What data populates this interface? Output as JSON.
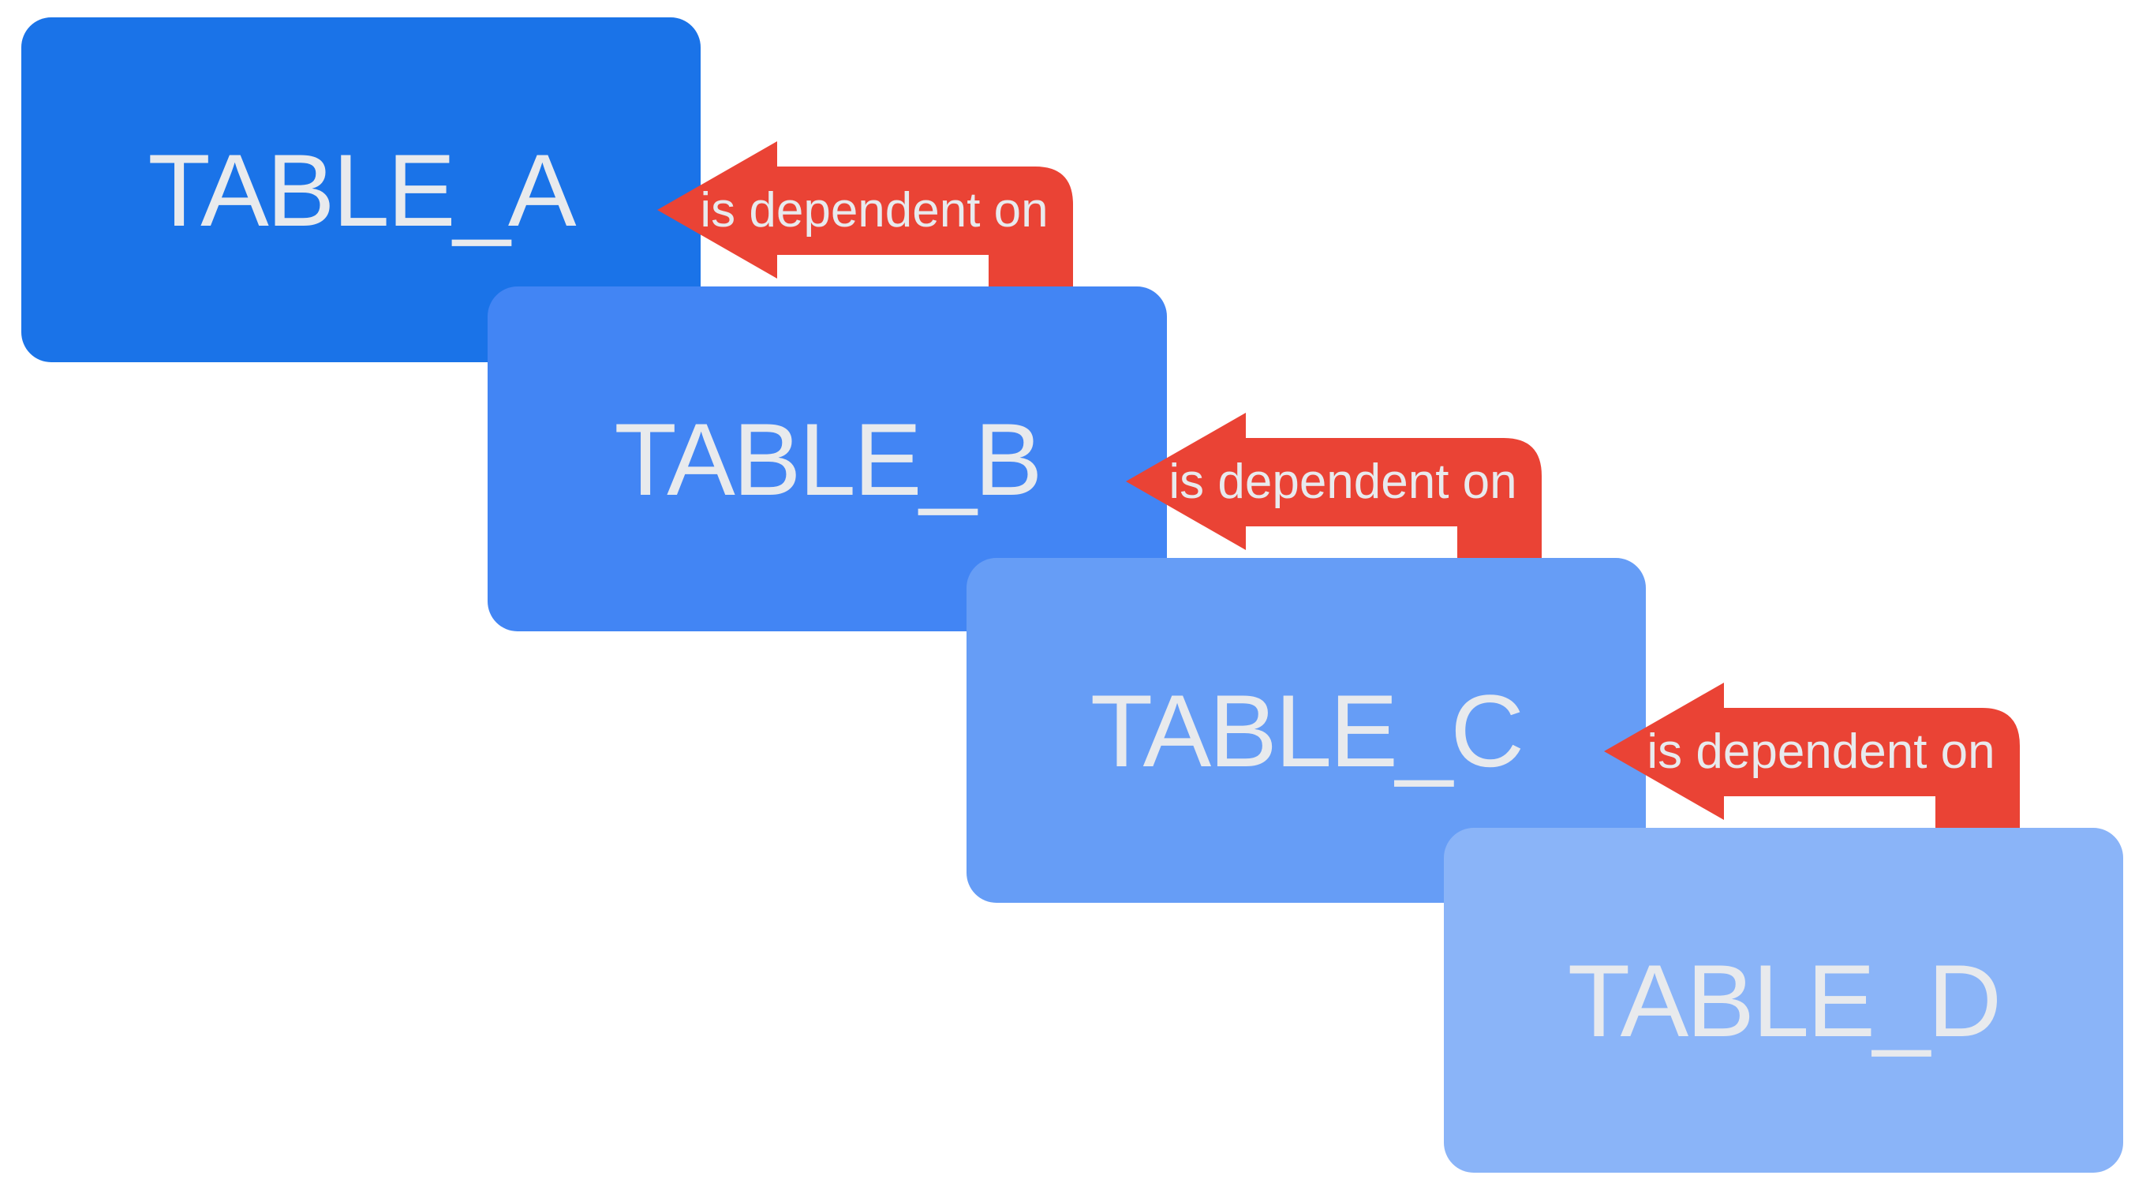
{
  "diagram": {
    "background_color": "#ffffff",
    "text_color": "#e8eaed",
    "arrow_color": "#ea4335",
    "boxes": [
      {
        "label": "TABLE_A",
        "color": "#1a73e8"
      },
      {
        "label": "TABLE_B",
        "color": "#4285f4"
      },
      {
        "label": "TABLE_C",
        "color": "#669df6"
      },
      {
        "label": "TABLE_D",
        "color": "#8ab4f8"
      }
    ],
    "arrows": [
      {
        "label": "is dependent on",
        "from": "TABLE_B",
        "to": "TABLE_A"
      },
      {
        "label": "is dependent on",
        "from": "TABLE_C",
        "to": "TABLE_B"
      },
      {
        "label": "is dependent on",
        "from": "TABLE_D",
        "to": "TABLE_C"
      }
    ]
  }
}
